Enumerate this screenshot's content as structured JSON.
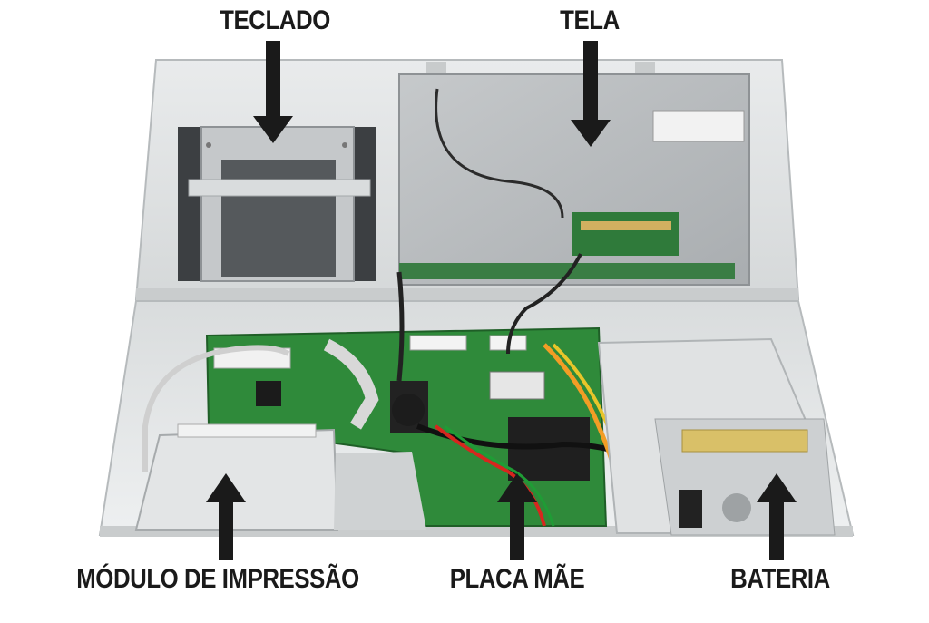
{
  "labels": {
    "teclado": "TECLADO",
    "tela": "TELA",
    "modulo": "MÓDULO DE IMPRESSÃO",
    "placa": "PLACA MÃE",
    "bateria": "BATERIA"
  },
  "colors": {
    "arrow": "#1a1a1a",
    "housing": "#dcdfe0",
    "pcb": "#2f8a3a",
    "metal": "#b9bcbe"
  }
}
